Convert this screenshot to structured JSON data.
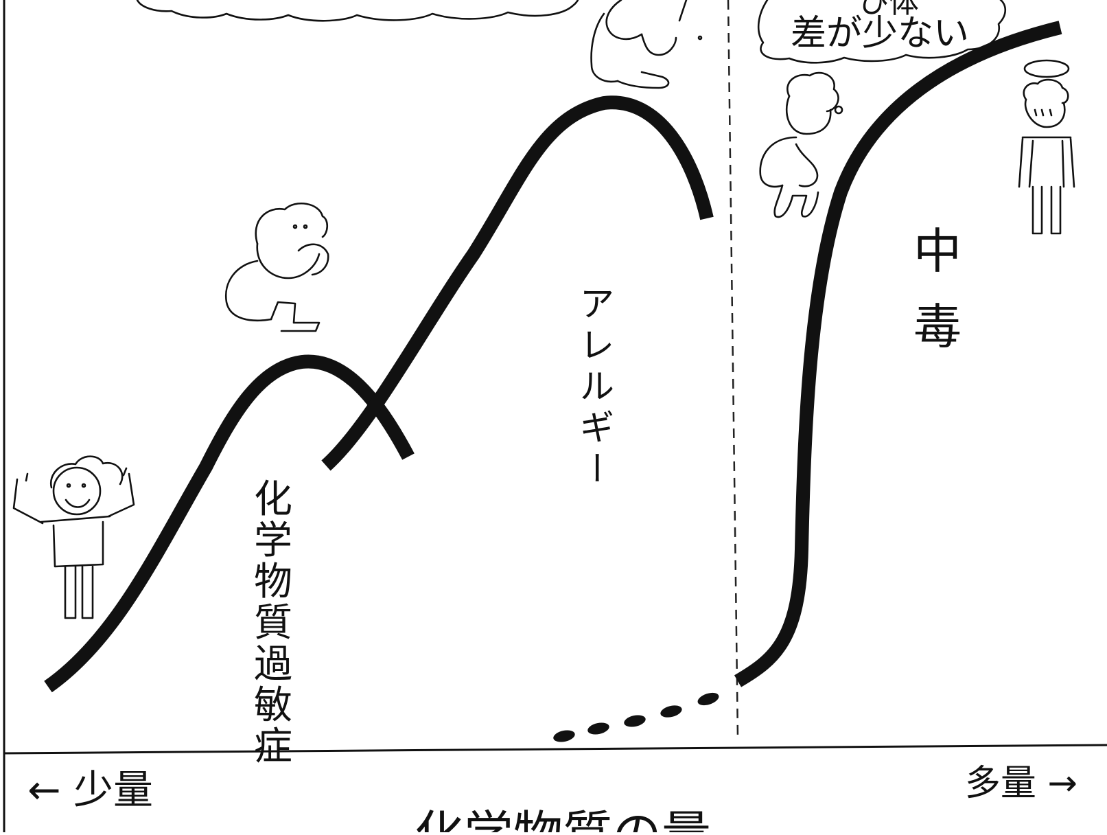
{
  "labels": {
    "sensitivity": "化学物質過敏症",
    "allergy": "アレルギー",
    "poisoning": "中毒",
    "bubble_right_line1": "ひ体",
    "bubble_right_line2": "差が少ない",
    "x_small": "← 少量",
    "x_large": "多量 →",
    "x_title": "化学物質の量"
  }
}
